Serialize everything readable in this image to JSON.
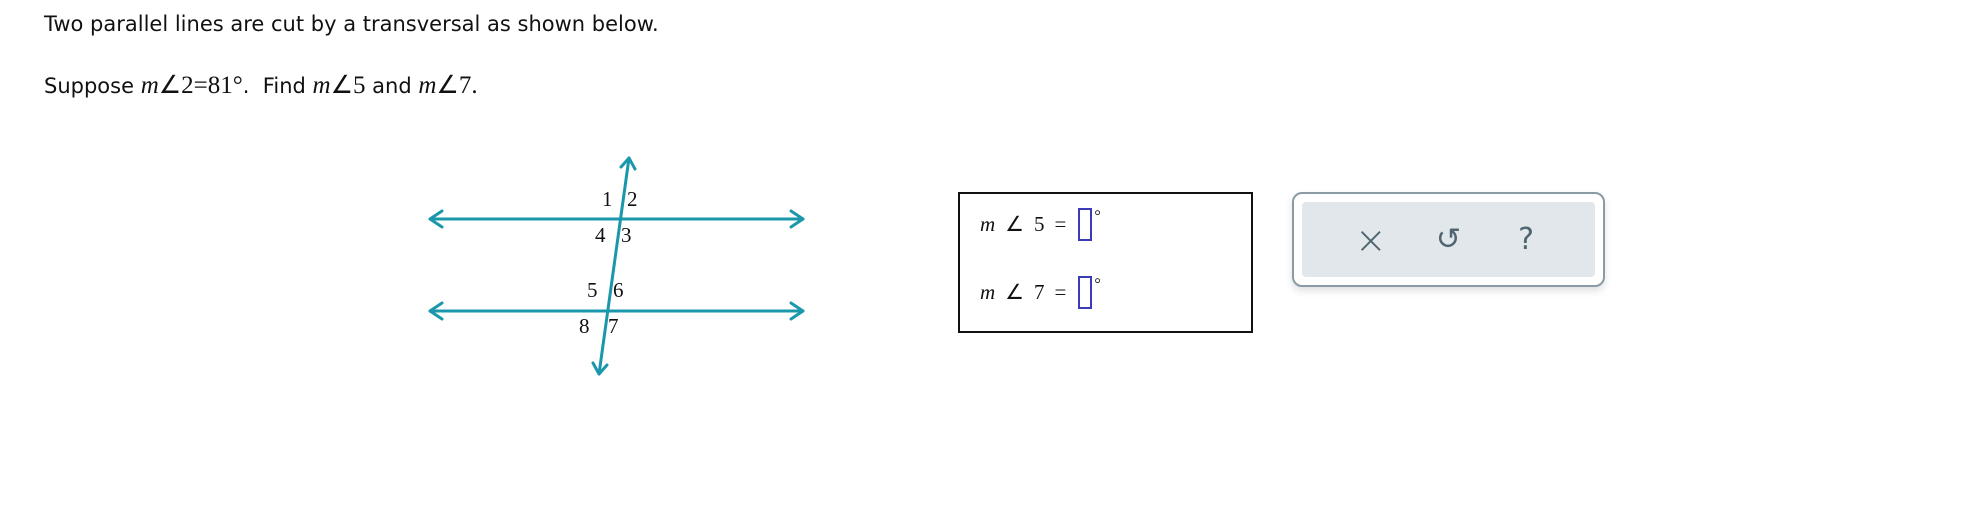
{
  "question": {
    "line1": "Two parallel lines are cut by a transversal as shown below.",
    "line2": {
      "suppose": "Suppose ",
      "m1": "m",
      "angle_sym": "∠",
      "given_angle": "2",
      "eq": "=",
      "given_value": "81",
      "deg": "°",
      "period_find": ".  Find ",
      "angle_a": "5",
      "and": " and ",
      "angle_b": "7",
      "end": "."
    }
  },
  "diagram": {
    "color": "#1b97ab",
    "labels": [
      "1",
      "2",
      "3",
      "4",
      "5",
      "6",
      "7",
      "8"
    ]
  },
  "answers": [
    {
      "m": "m",
      "angle": "∠",
      "num": "5",
      "eq": "=",
      "value": "",
      "deg": "°"
    },
    {
      "m": "m",
      "angle": "∠",
      "num": "7",
      "eq": "=",
      "value": "",
      "deg": "°"
    }
  ],
  "toolbar": {
    "clear": "×",
    "undo": "↺",
    "help": "?"
  }
}
